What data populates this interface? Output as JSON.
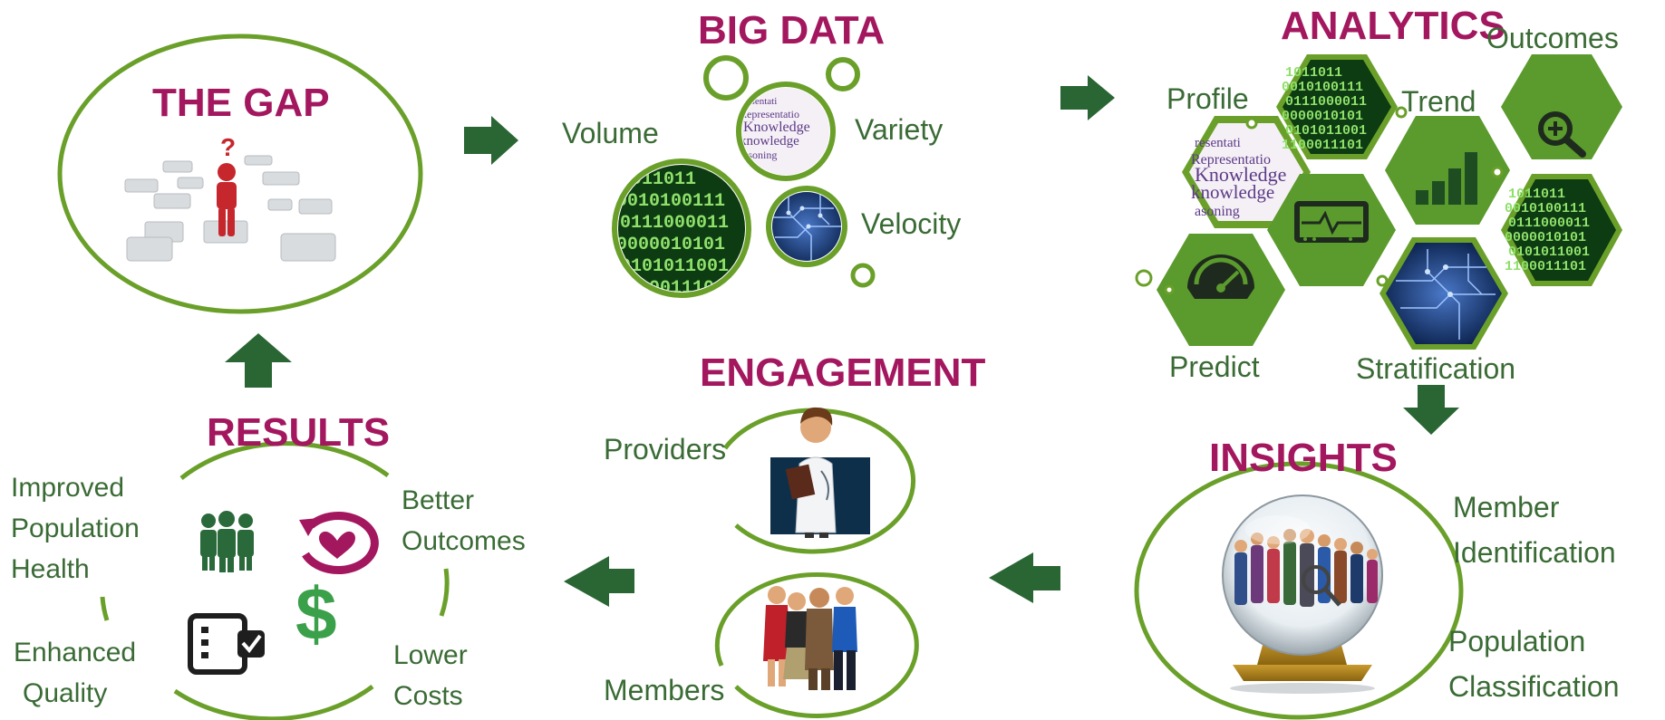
{
  "gap": {
    "title": "THE GAP"
  },
  "big_data": {
    "title": "BIG DATA",
    "volume": "Volume",
    "variety": "Variety",
    "velocity": "Velocity"
  },
  "analytics": {
    "title": "ANALYTICS",
    "outcomes": "Outcomes",
    "profile": "Profile",
    "trend": "Trend",
    "predict": "Predict",
    "stratification": "Stratification"
  },
  "insights": {
    "title": "INSIGHTS",
    "member_id_line1": "Member",
    "member_id_line2": "Identification",
    "population_line1": "Population",
    "population_line2": "Classification"
  },
  "engagement": {
    "title": "ENGAGEMENT",
    "providers": "Providers",
    "members": "Members"
  },
  "results": {
    "title": "RESULTS",
    "improved_line1": "Improved",
    "improved_line2": "Population",
    "improved_line3": "Health",
    "better_line1": "Better",
    "better_line2": "Outcomes",
    "enhanced_line1": "Enhanced",
    "enhanced_line2": "Quality",
    "lower_line1": "Lower",
    "lower_line2": "Costs",
    "dollar_sign": "$"
  },
  "binary_lines": [
    "1011011",
    "0010100111",
    "0111000011",
    "0000010101",
    "0101011001",
    "1100011101"
  ],
  "word_cloud": [
    "resentati",
    "Representatio",
    "Knowledge",
    "knowledge",
    "asoning"
  ],
  "colors": {
    "title": "#a3175f",
    "label": "#3a6b35",
    "arrow": "#2a6634",
    "hex_green": "#5b9a2c",
    "ring_green": "#6aa02a"
  },
  "icons": [
    "puzzle-question-icon",
    "binary-data-icon",
    "word-cloud-icon",
    "circuit-icon",
    "magnifier-plus-icon",
    "bar-chart-icon",
    "monitor-pulse-icon",
    "gauge-icon",
    "crystal-ball-icon",
    "doctor-icon",
    "people-group-icon",
    "team-icon",
    "heart-refresh-icon",
    "checklist-icon",
    "dollar-icon",
    "arrow-icon"
  ]
}
